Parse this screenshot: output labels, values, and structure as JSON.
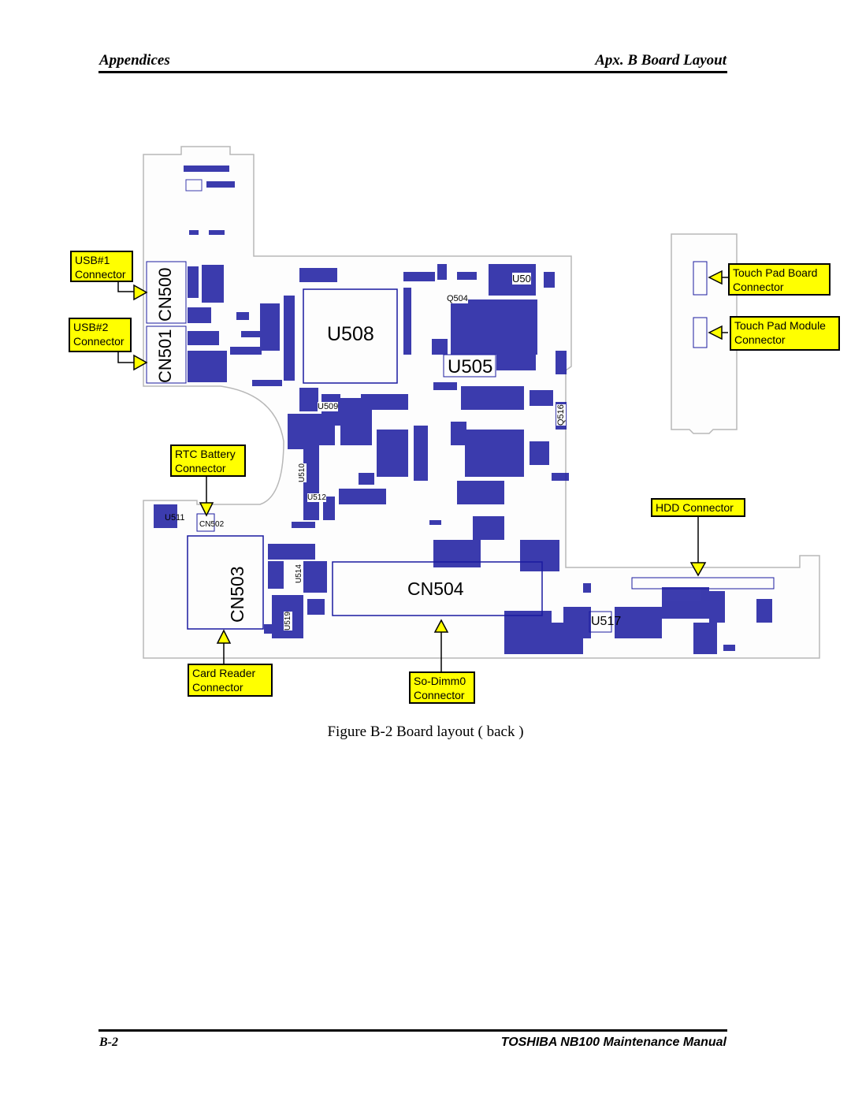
{
  "header": {
    "left": "Appendices",
    "right": "Apx. B  Board Layout"
  },
  "footer": {
    "left": "B-2",
    "right": "TOSHIBA NB100  Maintenance Manual"
  },
  "figure": {
    "caption": "Figure B-2   Board layout ( back )",
    "callouts": {
      "usb1": "USB#1\nConnector",
      "usb2": "USB#2\nConnector",
      "rtc": "RTC Battery\nConnector",
      "touchpad_board": "Touch Pad Board\nConnector",
      "touchpad_module": "Touch Pad Module\nConnector",
      "hdd": "HDD Connector",
      "card_reader": "Card Reader\nConnector",
      "sodimm": "So-Dimm0\nConnector"
    },
    "component_labels": {
      "u508": "U508",
      "u505": "U505",
      "cn500": "CN500",
      "cn501": "CN501",
      "cn503": "CN503",
      "cn504": "CN504",
      "u517": "U517",
      "u511": "U511",
      "cn502": "CN502",
      "u509": "U509",
      "u510": "U510",
      "u512": "U512",
      "u514": "U514",
      "u519": "U519",
      "q504": "Q504",
      "q516": "Q516",
      "u50": "U50"
    }
  },
  "colors": {
    "callout_fill": "#ffff00",
    "trace_blue": "#1a1aa0",
    "board_outline": "#b0b0b0"
  }
}
